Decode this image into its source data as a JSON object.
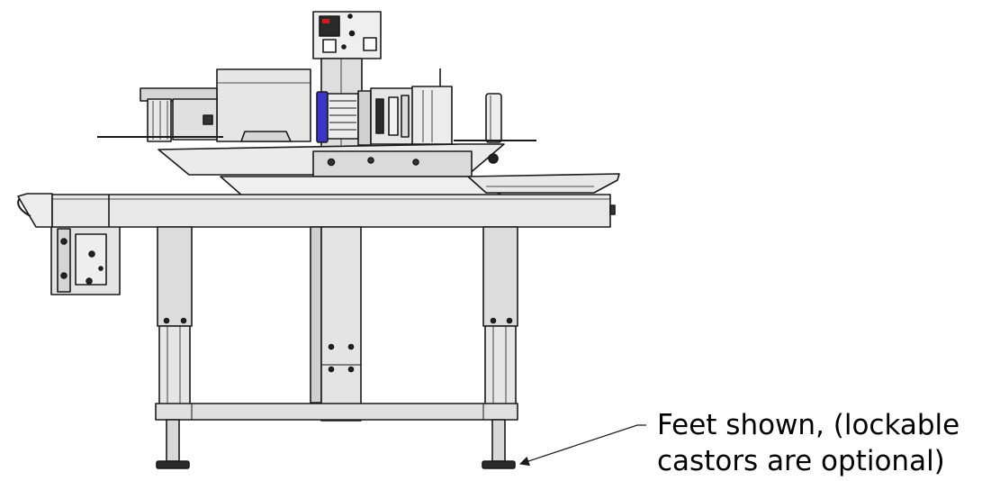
{
  "annotation": {
    "line1": "Feet shown, (lockable",
    "line2": "castors are optional)"
  },
  "colors": {
    "outline": "#1a1a1a",
    "panel": "#e3e3e3",
    "panel_dark": "#c6c6c6",
    "accent_blue": "#3a35c8",
    "display_red": "#d41c1c"
  },
  "components": [
    "control-box",
    "vertical-column",
    "motor-housing",
    "label-head",
    "blue-rollers",
    "label-roll",
    "upper-platform",
    "side-bracket",
    "main-conveyor-beam",
    "left-frame-leg",
    "center-column",
    "right-frame-leg",
    "lower-crossbar",
    "left-foot",
    "right-foot"
  ]
}
